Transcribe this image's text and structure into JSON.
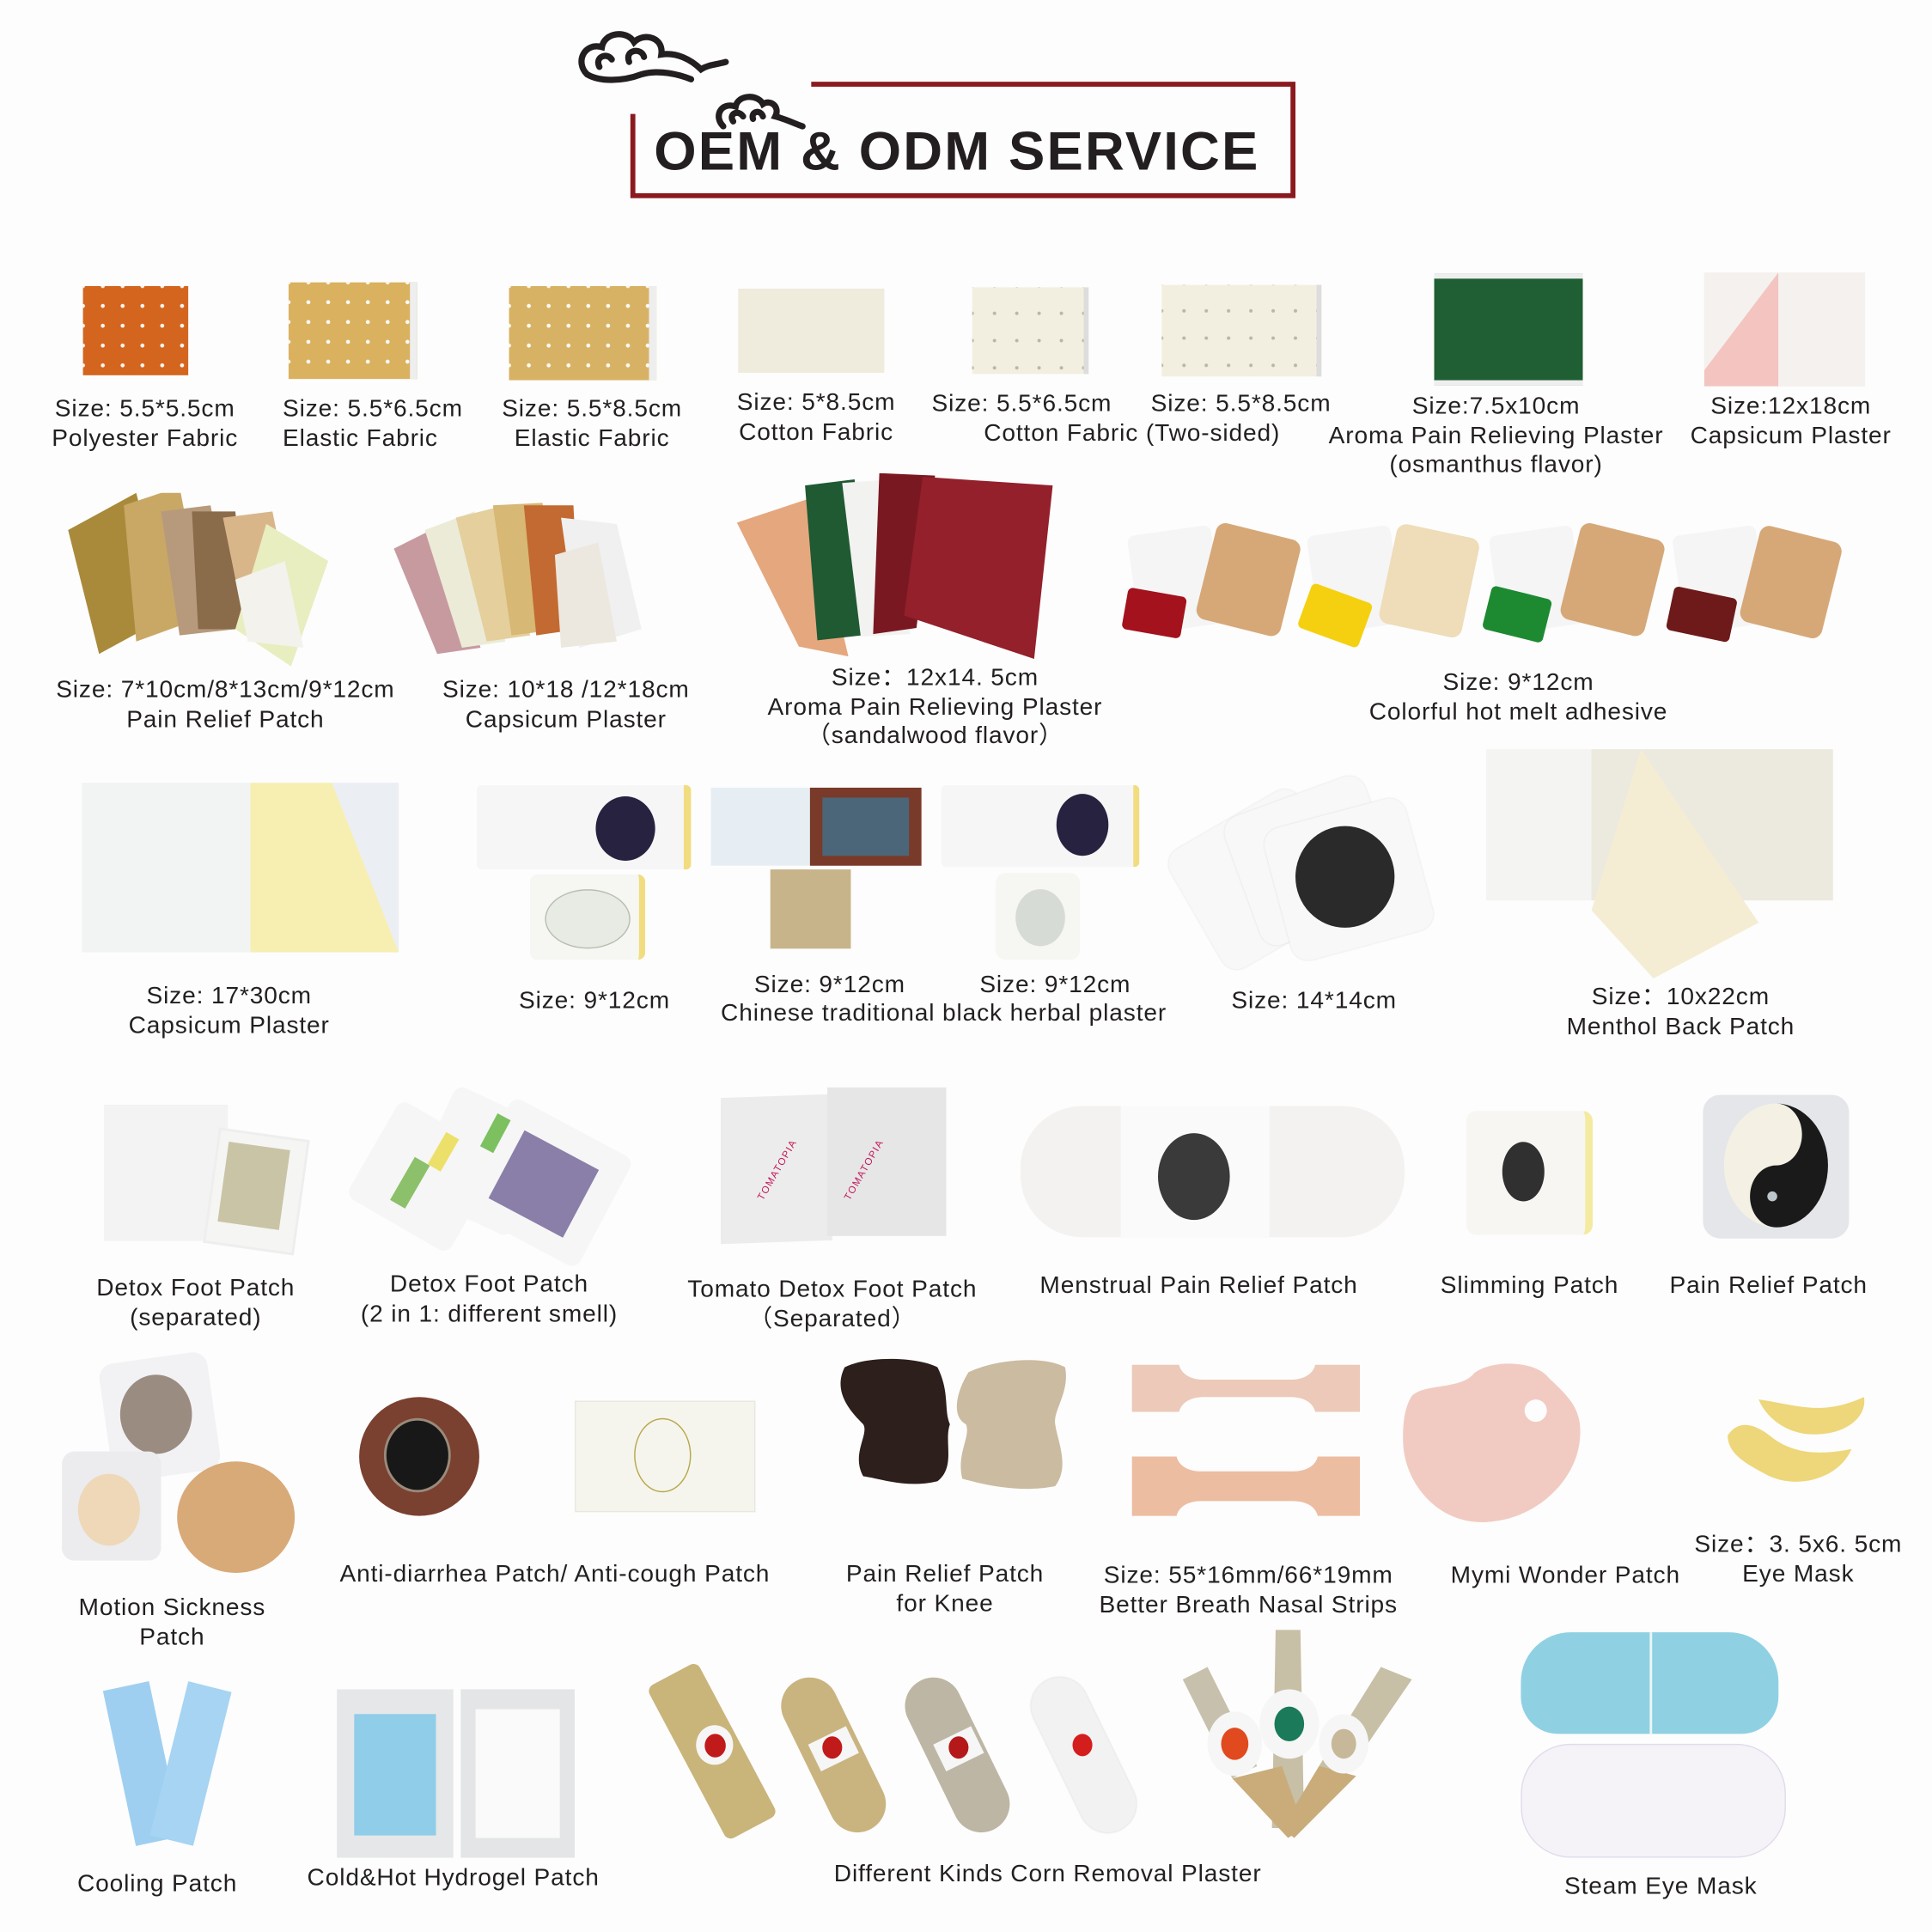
{
  "header": {
    "title": "OEM & ODM SERVICE",
    "frame_color": "#8b1a1f",
    "decoration": "cloud-icon"
  },
  "rows": [
    {
      "items": [
        {
          "size": "Size: 5.5*5.5cm",
          "name": "Polyester Fabric"
        },
        {
          "size": "Size: 5.5*6.5cm",
          "name": "Elastic Fabric"
        },
        {
          "size": "Size: 5.5*8.5cm",
          "name": "Elastic Fabric"
        },
        {
          "size": "Size: 5*8.5cm",
          "name": "Cotton Fabric"
        },
        {
          "size": "Size: 5.5*6.5cm",
          "name": ""
        },
        {
          "size": "Size: 5.5*8.5cm",
          "name": ""
        },
        {
          "size": "Size:7.5x10cm",
          "name": "Aroma Pain Relieving Plaster",
          "note": "(osmanthus flavor)"
        },
        {
          "size": "Size:12x18cm",
          "name": "Capsicum Plaster"
        }
      ],
      "shared_label": "Cotton Fabric (Two-sided)"
    },
    {
      "items": [
        {
          "size": "Size: 7*10cm/8*13cm/9*12cm",
          "name": "Pain Relief Patch"
        },
        {
          "size": "Size: 10*18 /12*18cm",
          "name": "Capsicum Plaster"
        },
        {
          "size": "Size：12x14. 5cm",
          "name": "Aroma Pain Relieving Plaster",
          "note": "（sandalwood flavor）"
        },
        {
          "size": "Size: 9*12cm",
          "name": "Colorful hot melt adhesive"
        }
      ]
    },
    {
      "items": [
        {
          "size": "Size: 17*30cm",
          "name": "Capsicum Plaster"
        },
        {
          "size": "Size: 9*12cm",
          "name": ""
        },
        {
          "size": "Size: 9*12cm",
          "name": ""
        },
        {
          "size": "Size: 9*12cm",
          "name": ""
        },
        {
          "size": "Size: 14*14cm",
          "name": ""
        },
        {
          "size": "Size：10x22cm",
          "name": "Menthol Back Patch"
        }
      ],
      "shared_label": "Chinese traditional black herbal plaster"
    },
    {
      "items": [
        {
          "name": "Detox Foot Patch",
          "note": "(separated)"
        },
        {
          "name": "Detox Foot Patch",
          "note": "(2 in 1: different smell)"
        },
        {
          "name": "Tomato Detox Foot Patch",
          "note": "（Separated）"
        },
        {
          "name": "Menstrual Pain Relief Patch"
        },
        {
          "name": "Slimming Patch"
        },
        {
          "name": "Pain Relief Patch"
        }
      ],
      "tomato_print": "TOMATOPIA"
    },
    {
      "items": [
        {
          "name": "Motion Sickness",
          "note": "Patch"
        },
        {
          "name": "Anti-diarrhea Patch/ Anti-cough Patch"
        },
        {
          "name": "Pain  Relief  Patch",
          "note": "for  Knee"
        },
        {
          "size": "Size:  55*16mm/66*19mm",
          "name": "Better Breath Nasal Strips"
        },
        {
          "name": "Mymi Wonder Patch"
        },
        {
          "size": "Size：3. 5x6. 5cm",
          "name": "Eye Mask"
        }
      ]
    },
    {
      "items": [
        {
          "name": "Cooling Patch"
        },
        {
          "name": "Cold&Hot Hydrogel Patch"
        },
        {
          "name": "Different Kinds Corn Removal Plaster"
        },
        {
          "name": "Steam Eye Mask"
        }
      ]
    }
  ]
}
